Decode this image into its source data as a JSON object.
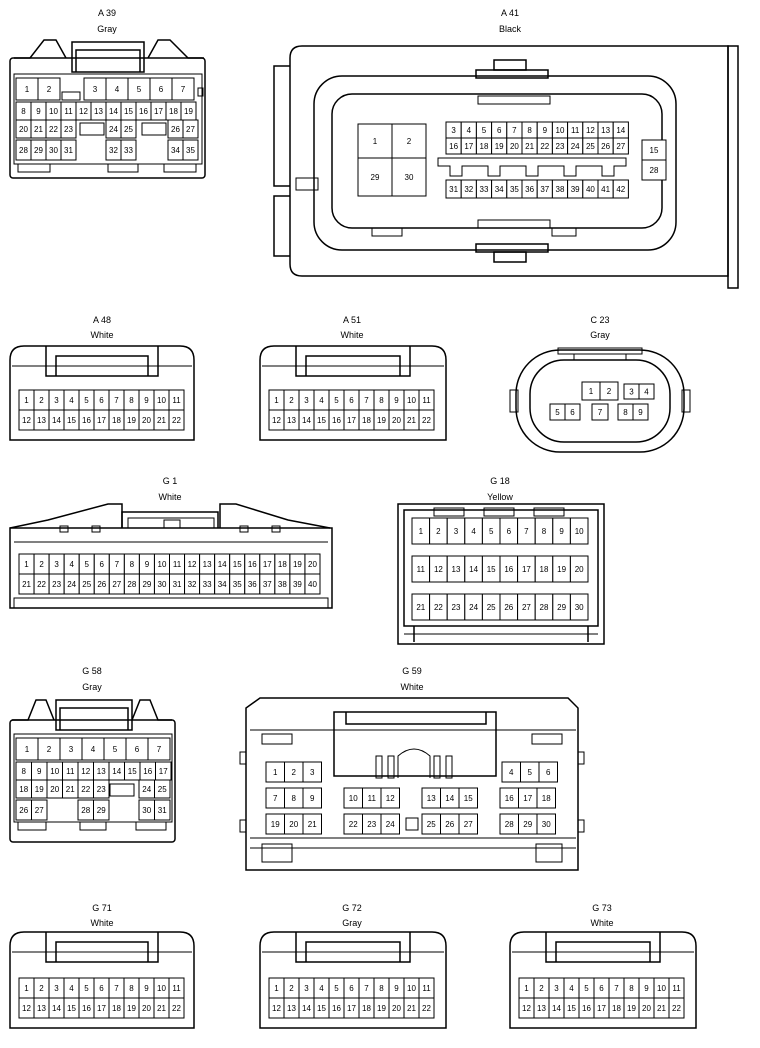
{
  "connectors": [
    {
      "id": "A 39",
      "color": "Gray"
    },
    {
      "id": "A 41",
      "color": "Black"
    },
    {
      "id": "A 48",
      "color": "White"
    },
    {
      "id": "A 51",
      "color": "White"
    },
    {
      "id": "C 23",
      "color": "Gray"
    },
    {
      "id": "G 1",
      "color": "White"
    },
    {
      "id": "G 18",
      "color": "Yellow"
    },
    {
      "id": "G 58",
      "color": "Gray"
    },
    {
      "id": "G 59",
      "color": "White"
    },
    {
      "id": "G 71",
      "color": "White"
    },
    {
      "id": "G 72",
      "color": "Gray"
    },
    {
      "id": "G 73",
      "color": "White"
    }
  ],
  "pins": {
    "a39": [
      [
        "1",
        "2",
        "3",
        "4",
        "5",
        "6",
        "7"
      ],
      [
        "8",
        "9",
        "10",
        "11",
        "12",
        "13",
        "14",
        "15",
        "16",
        "17",
        "18",
        "19"
      ],
      [
        "20",
        "21",
        "22",
        "23",
        "24",
        "25",
        "26",
        "27"
      ],
      [
        "28",
        "29",
        "30",
        "31",
        "32",
        "33",
        "34",
        "35"
      ]
    ],
    "a41": {
      "big": [
        "1",
        "2",
        "29",
        "30"
      ],
      "top": [
        "3",
        "4",
        "5",
        "6",
        "7",
        "8",
        "9",
        "10",
        "11",
        "12",
        "13",
        "14"
      ],
      "mid": [
        "16",
        "17",
        "18",
        "19",
        "20",
        "21",
        "22",
        "23",
        "24",
        "25",
        "26",
        "27"
      ],
      "side": [
        "15",
        "28"
      ],
      "bottom": [
        "31",
        "32",
        "33",
        "34",
        "35",
        "36",
        "37",
        "38",
        "39",
        "40",
        "41",
        "42"
      ]
    },
    "p22": [
      [
        "1",
        "2",
        "3",
        "4",
        "5",
        "6",
        "7",
        "8",
        "9",
        "10",
        "11"
      ],
      [
        "12",
        "13",
        "14",
        "15",
        "16",
        "17",
        "18",
        "19",
        "20",
        "21",
        "22"
      ]
    ],
    "c23": [
      "1",
      "2",
      "3",
      "4",
      "5",
      "6",
      "7",
      "8",
      "9"
    ],
    "g1": [
      [
        "1",
        "2",
        "3",
        "4",
        "5",
        "6",
        "7",
        "8",
        "9",
        "10",
        "11",
        "12",
        "13",
        "14",
        "15",
        "16",
        "17",
        "18",
        "19",
        "20"
      ],
      [
        "21",
        "22",
        "23",
        "24",
        "25",
        "26",
        "27",
        "28",
        "29",
        "30",
        "31",
        "32",
        "33",
        "34",
        "35",
        "36",
        "37",
        "38",
        "39",
        "40"
      ]
    ],
    "g18": [
      [
        "1",
        "2",
        "3",
        "4",
        "5",
        "6",
        "7",
        "8",
        "9",
        "10"
      ],
      [
        "11",
        "12",
        "13",
        "14",
        "15",
        "16",
        "17",
        "18",
        "19",
        "20"
      ],
      [
        "21",
        "22",
        "23",
        "24",
        "25",
        "26",
        "27",
        "28",
        "29",
        "30"
      ]
    ],
    "g58": [
      [
        "1",
        "2",
        "3",
        "4",
        "5",
        "6",
        "7"
      ],
      [
        "8",
        "9",
        "10",
        "11",
        "12",
        "13",
        "14",
        "15",
        "16",
        "17"
      ],
      [
        "18",
        "19",
        "20",
        "21",
        "22",
        "23",
        "24",
        "25"
      ],
      [
        "26",
        "27",
        "28",
        "29",
        "30",
        "31"
      ]
    ],
    "g59": [
      [
        "1",
        "2",
        "3",
        "4",
        "5",
        "6"
      ],
      [
        "7",
        "8",
        "9",
        "10",
        "11",
        "12",
        "13",
        "14",
        "15",
        "16",
        "17",
        "18"
      ],
      [
        "19",
        "20",
        "21",
        "22",
        "23",
        "24",
        "25",
        "26",
        "27",
        "28",
        "29",
        "30"
      ]
    ]
  }
}
